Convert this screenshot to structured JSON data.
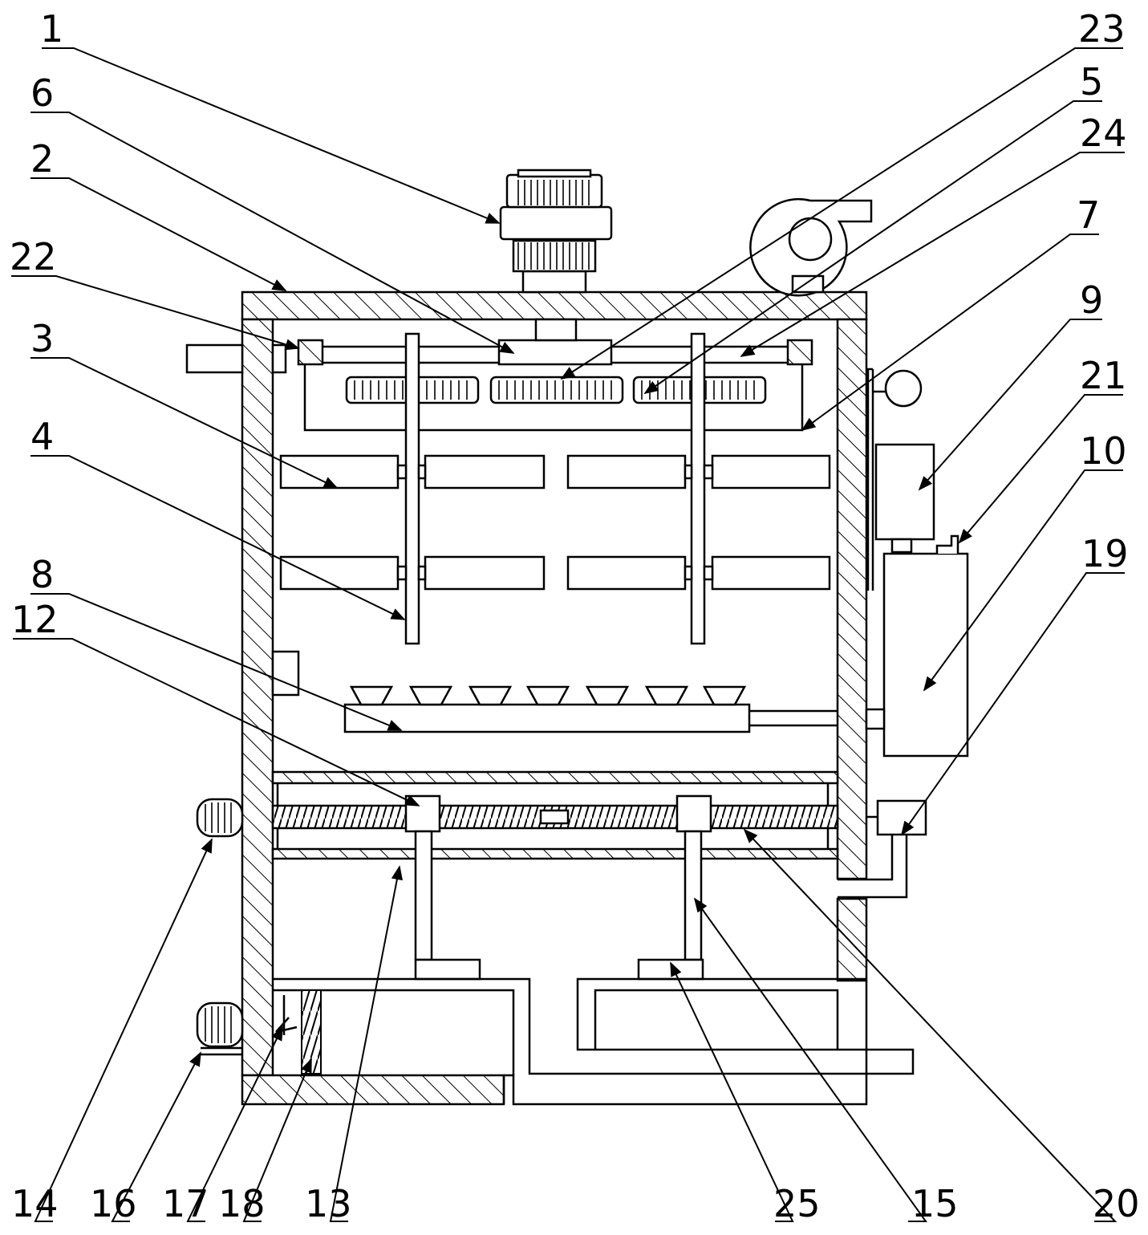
{
  "callouts": [
    {
      "id": "c1",
      "text": "1"
    },
    {
      "id": "c2",
      "text": "2"
    },
    {
      "id": "c3",
      "text": "3"
    },
    {
      "id": "c4",
      "text": "4"
    },
    {
      "id": "c5",
      "text": "5"
    },
    {
      "id": "c6",
      "text": "6"
    },
    {
      "id": "c7",
      "text": "7"
    },
    {
      "id": "c8",
      "text": "8"
    },
    {
      "id": "c9",
      "text": "9"
    },
    {
      "id": "c10",
      "text": "10"
    },
    {
      "id": "c12",
      "text": "12"
    },
    {
      "id": "c13",
      "text": "13"
    },
    {
      "id": "c14",
      "text": "14"
    },
    {
      "id": "c15",
      "text": "15"
    },
    {
      "id": "c16",
      "text": "16"
    },
    {
      "id": "c17",
      "text": "17"
    },
    {
      "id": "c18",
      "text": "18"
    },
    {
      "id": "c19",
      "text": "19"
    },
    {
      "id": "c20",
      "text": "20"
    },
    {
      "id": "c21",
      "text": "21"
    },
    {
      "id": "c22",
      "text": "22"
    },
    {
      "id": "c23",
      "text": "23"
    },
    {
      "id": "c24",
      "text": "24"
    },
    {
      "id": "c25",
      "text": "25"
    }
  ]
}
